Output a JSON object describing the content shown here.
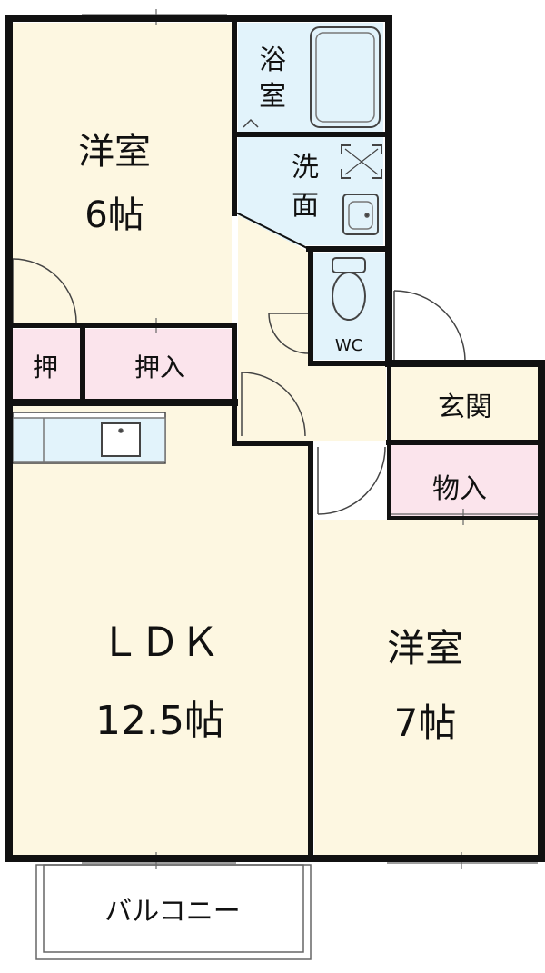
{
  "rooms": {
    "western_1": {
      "name": "洋室",
      "size": "6帖"
    },
    "closet_small": {
      "name": "押"
    },
    "closet_1": {
      "name": "押入"
    },
    "bath": {
      "name_line1": "浴",
      "name_line2": "室"
    },
    "washroom": {
      "name_line1": "洗",
      "name_line2": "面"
    },
    "toilet": {
      "name": "WC"
    },
    "entrance": {
      "name": "玄関"
    },
    "storage": {
      "name": "物入"
    },
    "ldk": {
      "name": "ＬＤＫ",
      "size": "12.5帖"
    },
    "western_2": {
      "name": "洋室",
      "size": "7帖"
    },
    "balcony": {
      "name": "バルコニー"
    }
  },
  "colors": {
    "wall": "#111111",
    "room_fill": "#fdf7e1",
    "wet_area": "#e2f3fb",
    "closet": "#fbe4ec",
    "line": "#555555"
  }
}
